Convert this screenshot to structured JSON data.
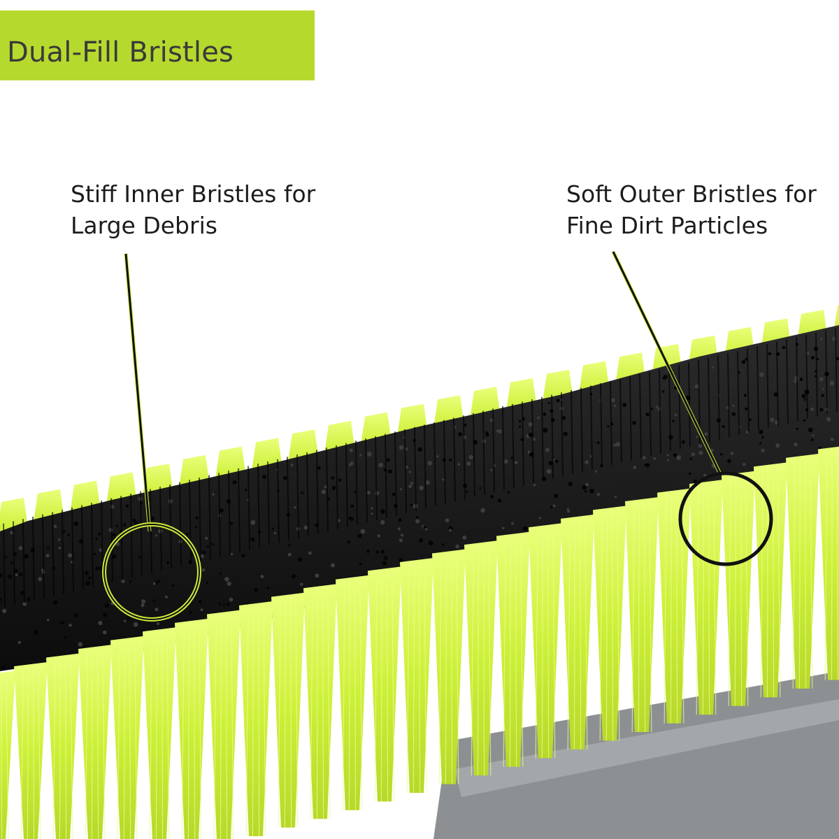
{
  "banner": {
    "title": "Dual-Fill Bristles",
    "color": "#b6d92e"
  },
  "callouts": [
    {
      "line1": "Stiff Inner Bristles for",
      "line2": "Large Debris"
    },
    {
      "line1": "Soft Outer Bristles for",
      "line2": "Fine Dirt Particles"
    }
  ],
  "colors": {
    "bristle_green": "#cdf03a",
    "bristle_black": "#141414",
    "base_gray": "#8d9092",
    "leader_line": "#111111",
    "highlight_circle": "#cfe83a"
  }
}
